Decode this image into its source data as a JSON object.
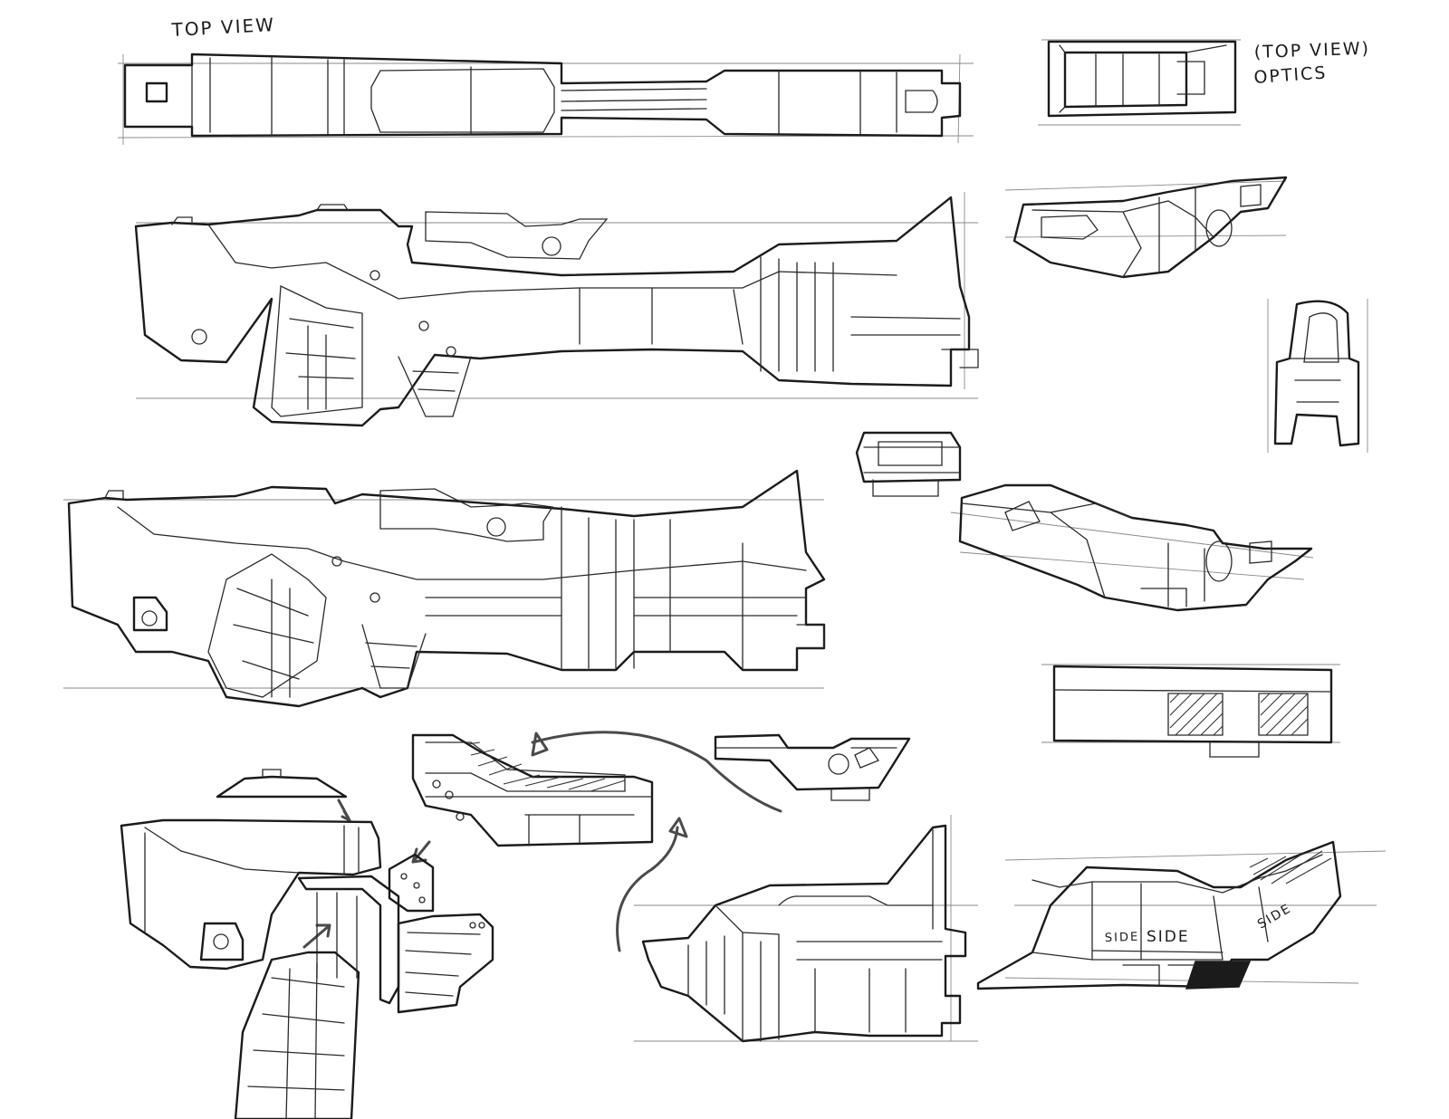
{
  "sheet": {
    "background": "#ffffff",
    "ink_color": "#1b1b1b",
    "arrow_color": "#4a4a4a"
  },
  "labels": {
    "top_view": "TOP VIEW",
    "optics_top_view": "(TOP VIEW)",
    "optics": "OPTICS",
    "side_1": "SIDE",
    "side_2": "SIDE",
    "side_3": "SIDE"
  }
}
